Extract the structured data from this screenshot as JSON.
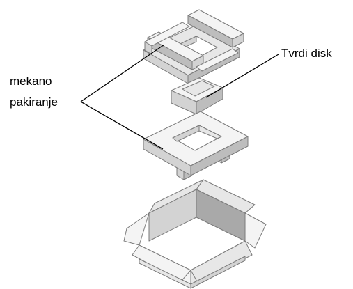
{
  "labels": {
    "hard_disk": "Tvrdi disk",
    "soft_packing_line1": "mekano",
    "soft_packing_line2": "pakiranje"
  },
  "parts": {
    "top_foam_insert": "soft-packing-icon",
    "hard_drive": "hard-drive-icon",
    "bottom_foam_insert": "soft-packing-icon",
    "shipping_box": "open-box-icon"
  },
  "colors": {
    "ink": "#000000",
    "outline": "#7a7a7a",
    "face_light": "#f4f4f4",
    "face_mid": "#d3d3d3",
    "face_dark": "#bdbdbd"
  }
}
